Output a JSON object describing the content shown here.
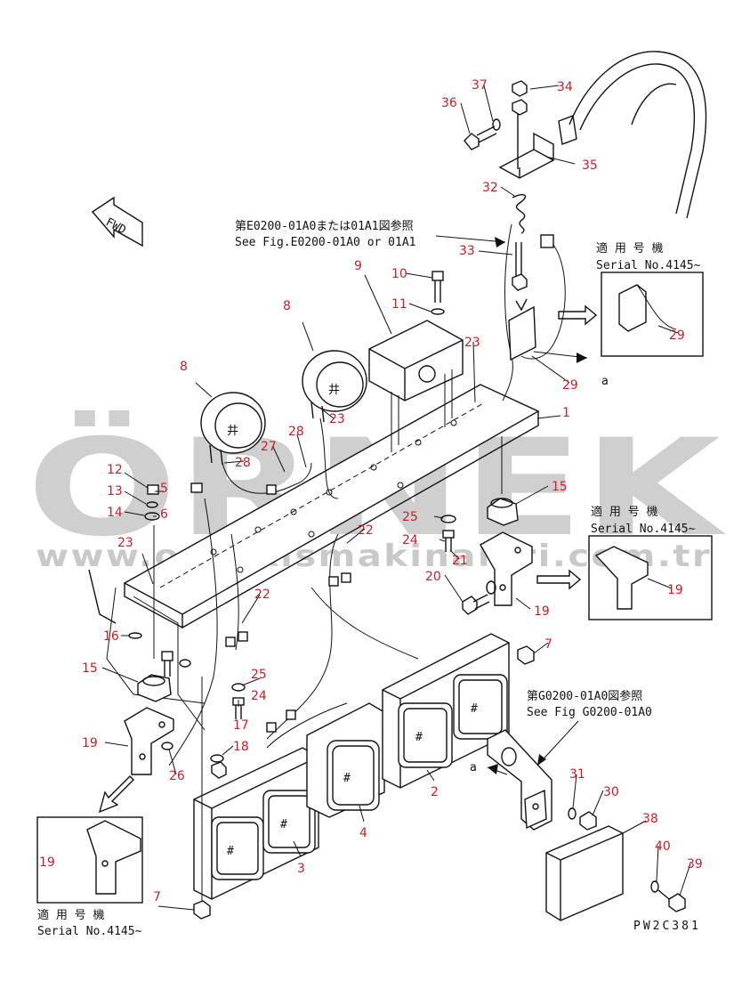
{
  "watermark": {
    "brand": "ÖRNEK",
    "url": "www.ornekismakinalari.com.tr",
    "accent": "#f2c200"
  },
  "fwd_arrow": "FWD",
  "references": {
    "e0200_jp": "第E0200-01A0または01A1図参照",
    "e0200_en": "See Fig.E0200-01A0 or 01A1",
    "g0200_jp": "第G0200-01A0図参照",
    "g0200_en": "See Fig G0200-01A0"
  },
  "serial_boxes": [
    {
      "jp": "適 用 号 機",
      "en": "Serial No.4145~",
      "part": "29"
    },
    {
      "jp": "適 用 号 機",
      "en": "Serial No.4145~",
      "part": "19"
    },
    {
      "jp": "適 用 号 機",
      "en": "Serial No.4145~",
      "part": "19"
    }
  ],
  "detail_marks": [
    "a",
    "a"
  ],
  "drawing_code": "PW2C381",
  "callouts": [
    "1",
    "2",
    "3",
    "4",
    "5",
    "6",
    "7",
    "7",
    "8",
    "8",
    "9",
    "10",
    "11",
    "12",
    "13",
    "14",
    "15",
    "15",
    "16",
    "17",
    "18",
    "19",
    "19",
    "20",
    "21",
    "22",
    "22",
    "23",
    "23",
    "23",
    "24",
    "24",
    "25",
    "25",
    "26",
    "27",
    "28",
    "28",
    "29",
    "30",
    "31",
    "32",
    "33",
    "34",
    "35",
    "36",
    "37",
    "38",
    "39",
    "40"
  ],
  "colors": {
    "callout": "#c8202a",
    "line": "#111111"
  }
}
